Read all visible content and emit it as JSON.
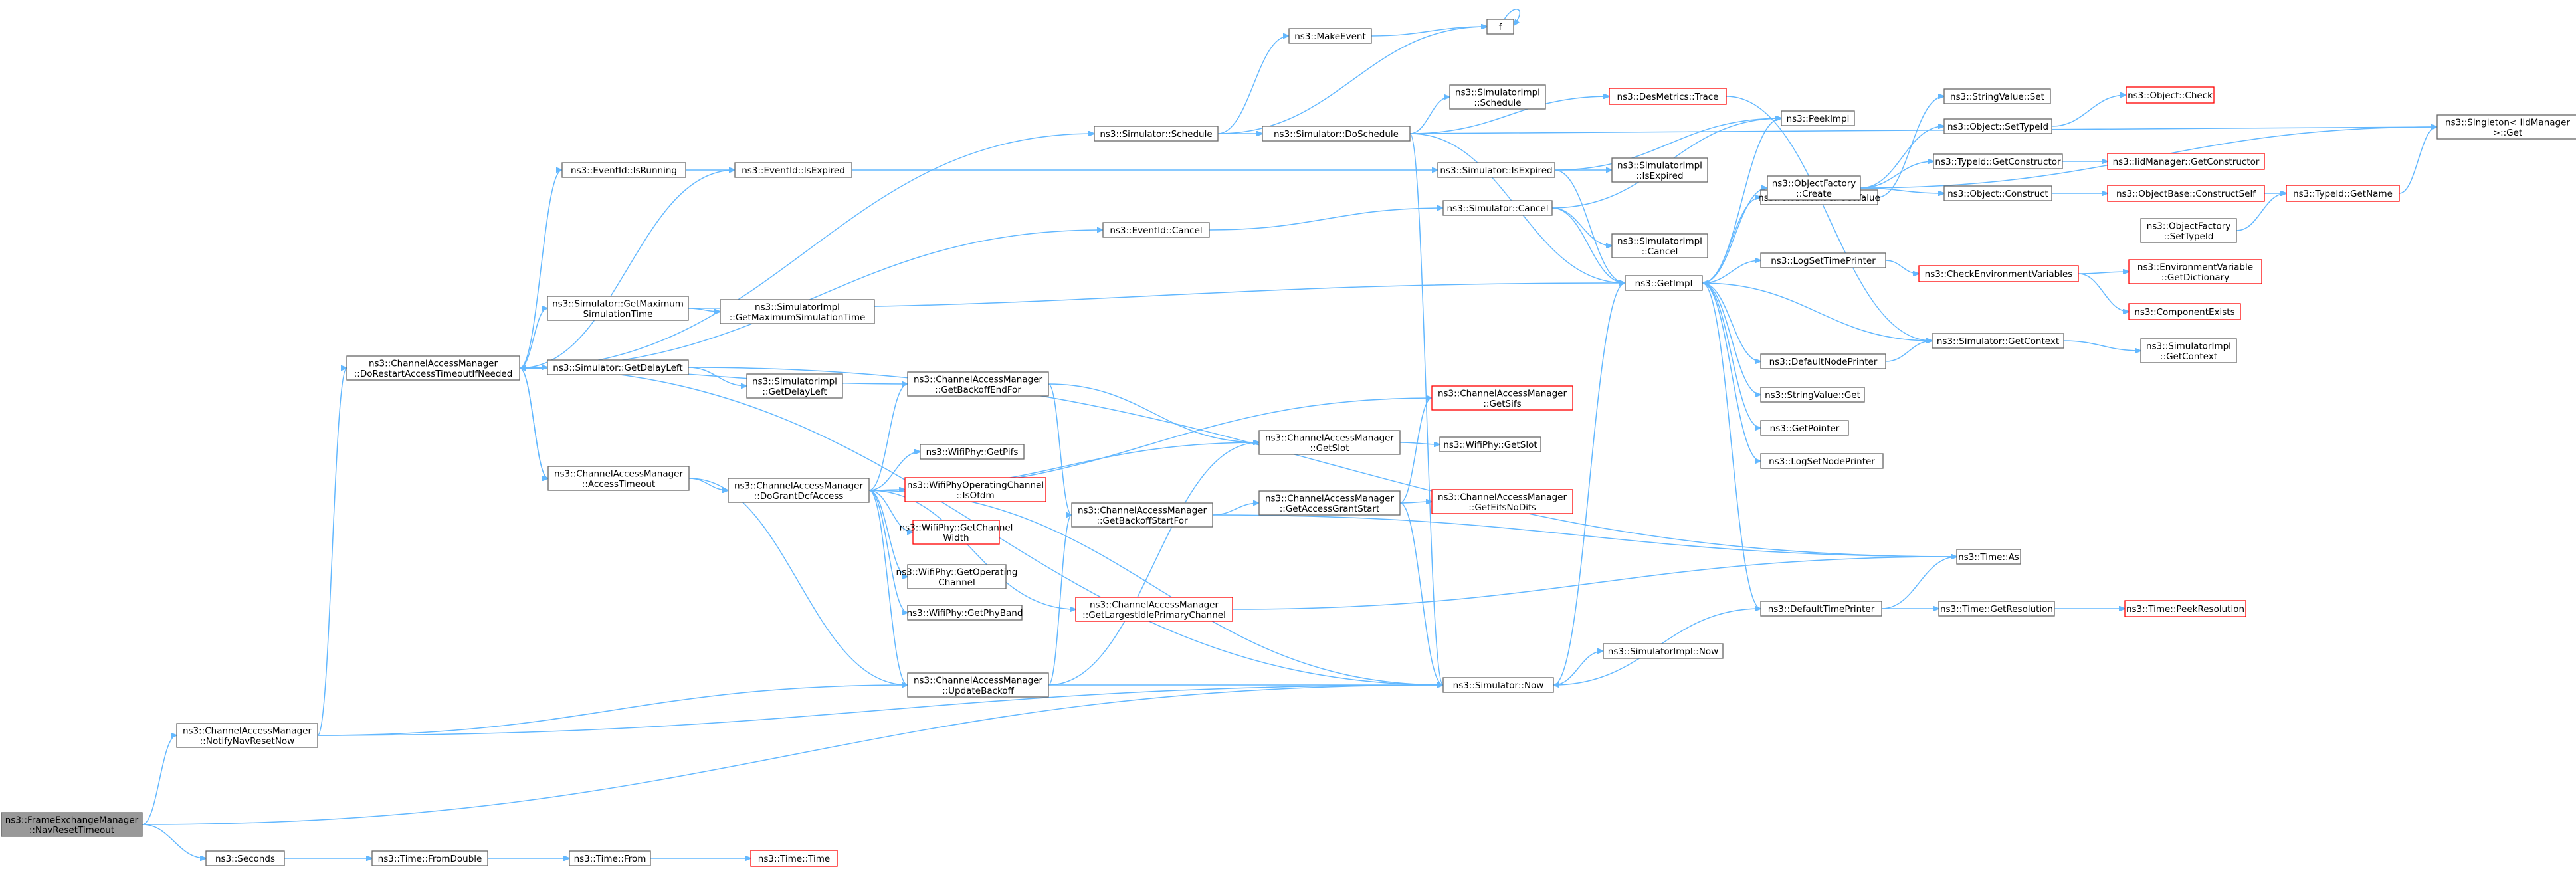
{
  "nodes": {
    "nav": {
      "lines": [
        "ns3::FrameExchangeManager",
        "::NavResetTimeout"
      ],
      "style": "start"
    },
    "notify": {
      "lines": [
        "ns3::ChannelAccessManager",
        "::NotifyNavResetNow"
      ],
      "style": "normal"
    },
    "restart": {
      "lines": [
        "ns3::ChannelAccessManager",
        "::DoRestartAccessTimeoutIfNeeded"
      ],
      "style": "normal"
    },
    "accessTO": {
      "lines": [
        "ns3::ChannelAccessManager",
        "::AccessTimeout"
      ],
      "style": "normal"
    },
    "grantDcf": {
      "lines": [
        "ns3::ChannelAccessManager",
        "::DoGrantDcfAccess"
      ],
      "style": "normal"
    },
    "seconds": {
      "lines": [
        "ns3::Seconds"
      ],
      "style": "normal"
    },
    "fromDouble": {
      "lines": [
        "ns3::Time::FromDouble"
      ],
      "style": "normal"
    },
    "timeFrom": {
      "lines": [
        "ns3::Time::From"
      ],
      "style": "normal"
    },
    "timeTime": {
      "lines": [
        "ns3::Time::Time"
      ],
      "style": "red"
    },
    "isRunning": {
      "lines": [
        "ns3::EventId::IsRunning"
      ],
      "style": "normal"
    },
    "isExpired": {
      "lines": [
        "ns3::EventId::IsExpired"
      ],
      "style": "normal"
    },
    "schedule": {
      "lines": [
        "ns3::Simulator::Schedule"
      ],
      "style": "normal"
    },
    "cancel": {
      "lines": [
        "ns3::EventId::Cancel"
      ],
      "style": "normal"
    },
    "getMax": {
      "lines": [
        "ns3::Simulator::GetMaximum",
        "SimulationTime"
      ],
      "style": "normal"
    },
    "implMax": {
      "lines": [
        "ns3::SimulatorImpl",
        "::GetMaximumSimulationTime"
      ],
      "style": "normal"
    },
    "delayLeft": {
      "lines": [
        "ns3::Simulator::GetDelayLeft"
      ],
      "style": "normal"
    },
    "implDelay": {
      "lines": [
        "ns3::SimulatorImpl",
        "::GetDelayLeft"
      ],
      "style": "normal"
    },
    "backoffEnd": {
      "lines": [
        "ns3::ChannelAccessManager",
        "::GetBackoffEndFor"
      ],
      "style": "normal"
    },
    "getPifs": {
      "lines": [
        "ns3::WifiPhy::GetPifs"
      ],
      "style": "normal"
    },
    "isOfdm": {
      "lines": [
        "ns3::WifiPhyOperatingChannel",
        "::IsOfdm"
      ],
      "style": "red"
    },
    "chWidth": {
      "lines": [
        "ns3::WifiPhy::GetChannel",
        "Width"
      ],
      "style": "red"
    },
    "getOpCh": {
      "lines": [
        "ns3::WifiPhy::GetOperating",
        "Channel"
      ],
      "style": "normal"
    },
    "phyBand": {
      "lines": [
        "ns3::WifiPhy::GetPhyBand"
      ],
      "style": "normal"
    },
    "updBackoff": {
      "lines": [
        "ns3::ChannelAccessManager",
        "::UpdateBackoff"
      ],
      "style": "normal"
    },
    "makeEvent": {
      "lines": [
        "ns3::MakeEvent"
      ],
      "style": "normal"
    },
    "f": {
      "lines": [
        "f"
      ],
      "style": "normal"
    },
    "doSchedule": {
      "lines": [
        "ns3::Simulator::DoSchedule"
      ],
      "style": "normal"
    },
    "implSched": {
      "lines": [
        "ns3::SimulatorImpl",
        "::Schedule"
      ],
      "style": "normal"
    },
    "desTrace": {
      "lines": [
        "ns3::DesMetrics::Trace"
      ],
      "style": "red"
    },
    "simIsExp": {
      "lines": [
        "ns3::Simulator::IsExpired"
      ],
      "style": "normal"
    },
    "implIsExp": {
      "lines": [
        "ns3::SimulatorImpl",
        "::IsExpired"
      ],
      "style": "normal"
    },
    "simCancel": {
      "lines": [
        "ns3::Simulator::Cancel"
      ],
      "style": "normal"
    },
    "implCancel": {
      "lines": [
        "ns3::SimulatorImpl",
        "::Cancel"
      ],
      "style": "normal"
    },
    "getSifs": {
      "lines": [
        "ns3::ChannelAccessManager",
        "::GetSifs"
      ],
      "style": "red"
    },
    "camGetSlot": {
      "lines": [
        "ns3::ChannelAccessManager",
        "::GetSlot"
      ],
      "style": "normal"
    },
    "phyGetSlot": {
      "lines": [
        "ns3::WifiPhy::GetSlot"
      ],
      "style": "normal"
    },
    "backoffStart": {
      "lines": [
        "ns3::ChannelAccessManager",
        "::GetBackoffStartFor"
      ],
      "style": "normal"
    },
    "grantStart": {
      "lines": [
        "ns3::ChannelAccessManager",
        "::GetAccessGrantStart"
      ],
      "style": "normal"
    },
    "eifs": {
      "lines": [
        "ns3::ChannelAccessManager",
        "::GetEifsNoDifs"
      ],
      "style": "red"
    },
    "largestIdle": {
      "lines": [
        "ns3::ChannelAccessManager",
        "::GetLargestIdlePrimaryChannel"
      ],
      "style": "red"
    },
    "simNow": {
      "lines": [
        "ns3::Simulator::Now"
      ],
      "style": "normal"
    },
    "implNow": {
      "lines": [
        "ns3::SimulatorImpl::Now"
      ],
      "style": "normal"
    },
    "getImpl": {
      "lines": [
        "ns3::GetImpl"
      ],
      "style": "normal"
    },
    "peekImpl": {
      "lines": [
        "ns3::PeekImpl"
      ],
      "style": "normal"
    },
    "gvGetValue": {
      "lines": [
        "ns3::GlobalValue::GetValue"
      ],
      "style": "normal"
    },
    "ofCreate": {
      "lines": [
        "ns3::ObjectFactory",
        "::Create"
      ],
      "style": "normal"
    },
    "logSetTime": {
      "lines": [
        "ns3::LogSetTimePrinter"
      ],
      "style": "normal"
    },
    "defNodePr": {
      "lines": [
        "ns3::DefaultNodePrinter"
      ],
      "style": "normal"
    },
    "svGet": {
      "lines": [
        "ns3::StringValue::Get"
      ],
      "style": "normal"
    },
    "getPointer": {
      "lines": [
        "ns3::GetPointer"
      ],
      "style": "normal"
    },
    "logSetNode": {
      "lines": [
        "ns3::LogSetNodePrinter"
      ],
      "style": "normal"
    },
    "defTimePr": {
      "lines": [
        "ns3::DefaultTimePrinter"
      ],
      "style": "normal"
    },
    "svSet": {
      "lines": [
        "ns3::StringValue::Set"
      ],
      "style": "normal"
    },
    "objSetTid": {
      "lines": [
        "ns3::Object::SetTypeId"
      ],
      "style": "normal"
    },
    "tidGetCtor": {
      "lines": [
        "ns3::TypeId::GetConstructor"
      ],
      "style": "normal"
    },
    "objConstruct": {
      "lines": [
        "ns3::Object::Construct"
      ],
      "style": "normal"
    },
    "ofSetTid": {
      "lines": [
        "ns3::ObjectFactory",
        "::SetTypeId"
      ],
      "style": "normal"
    },
    "checkEnv": {
      "lines": [
        "ns3::CheckEnvironmentVariables"
      ],
      "style": "red"
    },
    "simGetCtx": {
      "lines": [
        "ns3::Simulator::GetContext"
      ],
      "style": "normal"
    },
    "timeAs": {
      "lines": [
        "ns3::Time::As"
      ],
      "style": "normal"
    },
    "getRes": {
      "lines": [
        "ns3::Time::GetResolution"
      ],
      "style": "normal"
    },
    "objCheck": {
      "lines": [
        "ns3::Object::Check"
      ],
      "style": "red"
    },
    "iidGetCtor": {
      "lines": [
        "ns3::IidManager::GetConstructor"
      ],
      "style": "red"
    },
    "obConstruct": {
      "lines": [
        "ns3::ObjectBase::ConstructSelf"
      ],
      "style": "red"
    },
    "tidGetName": {
      "lines": [
        "ns3::TypeId::GetName"
      ],
      "style": "red"
    },
    "envDict": {
      "lines": [
        "ns3::EnvironmentVariable",
        "::GetDictionary"
      ],
      "style": "red"
    },
    "compExists": {
      "lines": [
        "ns3::ComponentExists"
      ],
      "style": "red"
    },
    "implGetCtx": {
      "lines": [
        "ns3::SimulatorImpl",
        "::GetContext"
      ],
      "style": "normal"
    },
    "peekRes": {
      "lines": [
        "ns3::Time::PeekResolution"
      ],
      "style": "red"
    },
    "singleton": {
      "lines": [
        "ns3::Singleton< IidManager",
        " >::Get"
      ],
      "style": "normal"
    }
  },
  "edges": [
    [
      "nav",
      "notify"
    ],
    [
      "nav",
      "seconds"
    ],
    [
      "nav",
      "simNow"
    ],
    [
      "notify",
      "restart"
    ],
    [
      "notify",
      "updBackoff"
    ],
    [
      "notify",
      "simNow"
    ],
    [
      "restart",
      "isRunning"
    ],
    [
      "restart",
      "isExpired"
    ],
    [
      "restart",
      "schedule"
    ],
    [
      "restart",
      "cancel"
    ],
    [
      "restart",
      "getMax"
    ],
    [
      "restart",
      "delayLeft"
    ],
    [
      "restart",
      "backoffEnd"
    ],
    [
      "restart",
      "accessTO"
    ],
    [
      "restart",
      "simNow"
    ],
    [
      "accessTO",
      "restart"
    ],
    [
      "accessTO",
      "grantDcf"
    ],
    [
      "accessTO",
      "updBackoff"
    ],
    [
      "grantDcf",
      "backoffEnd"
    ],
    [
      "grantDcf",
      "getPifs"
    ],
    [
      "grantDcf",
      "isOfdm"
    ],
    [
      "grantDcf",
      "chWidth"
    ],
    [
      "grantDcf",
      "getOpCh"
    ],
    [
      "grantDcf",
      "phyBand"
    ],
    [
      "grantDcf",
      "updBackoff"
    ],
    [
      "grantDcf",
      "largestIdle"
    ],
    [
      "grantDcf",
      "camGetSlot"
    ],
    [
      "grantDcf",
      "getSifs"
    ],
    [
      "grantDcf",
      "simNow"
    ],
    [
      "seconds",
      "fromDouble"
    ],
    [
      "fromDouble",
      "timeFrom"
    ],
    [
      "timeFrom",
      "timeTime"
    ],
    [
      "isRunning",
      "isExpired"
    ],
    [
      "isExpired",
      "simIsExp"
    ],
    [
      "schedule",
      "makeEvent"
    ],
    [
      "schedule",
      "f"
    ],
    [
      "schedule",
      "doSchedule"
    ],
    [
      "makeEvent",
      "f"
    ],
    [
      "f",
      "f"
    ],
    [
      "doSchedule",
      "implSched"
    ],
    [
      "doSchedule",
      "desTrace"
    ],
    [
      "doSchedule",
      "getImpl"
    ],
    [
      "doSchedule",
      "simNow"
    ],
    [
      "doSchedule",
      "singleton"
    ],
    [
      "cancel",
      "simCancel"
    ],
    [
      "getMax",
      "implMax"
    ],
    [
      "getMax",
      "getImpl"
    ],
    [
      "delayLeft",
      "implDelay"
    ],
    [
      "delayLeft",
      "timeAs"
    ],
    [
      "backoffEnd",
      "camGetSlot"
    ],
    [
      "backoffEnd",
      "backoffStart"
    ],
    [
      "updBackoff",
      "backoffStart"
    ],
    [
      "updBackoff",
      "camGetSlot"
    ],
    [
      "updBackoff",
      "simNow"
    ],
    [
      "simIsExp",
      "implIsExp"
    ],
    [
      "simIsExp",
      "getImpl"
    ],
    [
      "simIsExp",
      "peekImpl"
    ],
    [
      "simCancel",
      "implCancel"
    ],
    [
      "simCancel",
      "getImpl"
    ],
    [
      "simCancel",
      "peekImpl"
    ],
    [
      "camGetSlot",
      "phyGetSlot"
    ],
    [
      "backoffStart",
      "grantStart"
    ],
    [
      "backoffStart",
      "timeAs"
    ],
    [
      "grantStart",
      "getSifs"
    ],
    [
      "grantStart",
      "eifs"
    ],
    [
      "grantStart",
      "simNow"
    ],
    [
      "largestIdle",
      "timeAs"
    ],
    [
      "simNow",
      "implNow"
    ],
    [
      "simNow",
      "getImpl"
    ],
    [
      "desTrace",
      "simGetCtx"
    ],
    [
      "getImpl",
      "peekImpl"
    ],
    [
      "getImpl",
      "gvGetValue"
    ],
    [
      "getImpl",
      "ofCreate"
    ],
    [
      "getImpl",
      "logSetTime"
    ],
    [
      "getImpl",
      "defNodePr"
    ],
    [
      "getImpl",
      "svGet"
    ],
    [
      "getImpl",
      "getPointer"
    ],
    [
      "getImpl",
      "logSetNode"
    ],
    [
      "getImpl",
      "defTimePr"
    ],
    [
      "gvGetValue",
      "svSet"
    ],
    [
      "ofCreate",
      "objSetTid"
    ],
    [
      "ofCreate",
      "tidGetCtor"
    ],
    [
      "ofCreate",
      "objConstruct"
    ],
    [
      "ofCreate",
      "singleton"
    ],
    [
      "objSetTid",
      "objCheck"
    ],
    [
      "tidGetCtor",
      "iidGetCtor"
    ],
    [
      "objConstruct",
      "obConstruct"
    ],
    [
      "obConstruct",
      "tidGetName"
    ],
    [
      "tidGetName",
      "singleton"
    ],
    [
      "ofSetTid",
      "tidGetName"
    ],
    [
      "logSetTime",
      "checkEnv"
    ],
    [
      "checkEnv",
      "envDict"
    ],
    [
      "checkEnv",
      "compExists"
    ],
    [
      "defNodePr",
      "simGetCtx"
    ],
    [
      "simGetCtx",
      "implGetCtx"
    ],
    [
      "simGetCtx",
      "getImpl"
    ],
    [
      "defTimePr",
      "timeAs"
    ],
    [
      "defTimePr",
      "getRes"
    ],
    [
      "defTimePr",
      "simNow"
    ],
    [
      "getRes",
      "peekRes"
    ]
  ]
}
